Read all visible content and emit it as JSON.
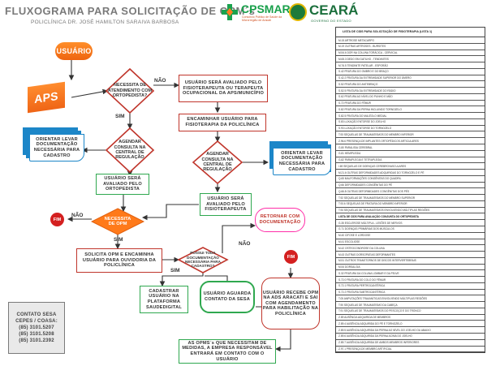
{
  "header": {
    "title": "FLUXOGRAMA PARA SOLICITAÇÃO DE OPM´s",
    "subtitle": "POLICLÍNICA DR. JOSÉ HAMILTON SARAIVA BARBOSA",
    "logo_cpsmar": "CPSMAR",
    "logo_cpsmar_sub": "Consórcio Público de Saúde da Microrregião de Aracati",
    "logo_ceara": "CEARÁ",
    "logo_ceara_sub": "GOVERNO DO ESTADO"
  },
  "flow": {
    "usuario": "USUÁRIO",
    "aps": "APS",
    "q_ortopedista": "NECESSITA DE ATENDIMENTO COM ORTOPEDISTA?",
    "nao1": "NÃO",
    "sim1": "SIM",
    "avaliado_fisio": "USUÁRIO SERÁ AVALIADO PELO FISIOTERAPEUTA OU TERAPEUTA OCUPACIONAL DA APS/MUNICÍPIO",
    "encaminhar_fisio": "ENCAMINHAR USUÁRIO PARA FISIOTERAPIA DA POLICLÍNICA",
    "orientar_left": "ORIENTAR LEVAR DOCUMENTAÇÃO NECESSÁRIA PARA CADASTRO",
    "agendar_left": "AGENDAR CONSULTA NA CENTRAL DE REGULAÇÃO",
    "agendar_right": "AGENDAR CONSULTA NA CENTRAL DE REGULAÇÃO",
    "orientar_right": "ORIENTAR LEVAR DOCUMENTAÇÃO NECESSÁRIA PARA CADASTRO",
    "avaliado_orto": "USUÁRIO SERÁ AVALIADO PELO ORTOPEDISTA",
    "avaliado_fisio2": "USUÁRIO SERÁ AVALIADO PELO FISIOTERAPEUTA",
    "q_opm": "NECESSITA DE OPM",
    "fim": "FIM",
    "nao2": "NÃO",
    "sim2": "SIM",
    "solicita_opm": "SOLICITA OPM E ENCAMINHA USUÁRIO PARA OUVIDORIA DA POLICLÍNICA",
    "q_documentacao": "POSSUI TODA DOCUMENTAÇÃO NECESSÁRIA PARA CADASTRO?",
    "nao3": "NÃO",
    "sim3": "SIM",
    "retornar_doc": "RETORNAR COM DOCUMENTAÇÃO",
    "cadastrar": "CADASTRAR USUÁRIO NA PLATAFORMA SAUDEDIGITAL",
    "aguarda": "USUÁRIO AGUARDA CONTATO DA SESA",
    "recebe_opm": "USUÁRIO RECEBE OPM NA ADS ARACATI E SAI COM AGENDAMENTO PARA HABILITAÇÃO NA POLICLÍNICA",
    "nota": "AS OPMS´s QUE NECESSITAM DE MEDIDAS, A EMPRESA RESPONSÁVEL ENTRARÁ EM CONTATO COM O USUÁRIO",
    "contato_title": "CONTATO SESA",
    "contato_sub": "CEPES / COASA:",
    "contato_phones": [
      "(85) 3101.5207",
      "(85) 3101.5208",
      "(85) 3101.2392"
    ]
  },
  "table": {
    "header": "LISTA DE CIDS PARA SOLICITAÇÃO DE FISIOTERAPIA (LISTA 1)",
    "rows": [
      "M.15 ARTROSE METACARPO",
      "M.19 OUTRAS ARTROSES - BURSITES",
      "M.54.6 DOR NA COLUNA TORÁCICA - CERVICAL",
      "M.65.3 DEDO EM GATILHO - TENDINITES",
      "M.76.5 TENDINITE PATELAR - ESPORÃO",
      "S.42 FRATURA DO OMBRO E DO BRAÇO",
      "S.42.2 FRATURA DA EXTREMIDADE SUPERIOR DO ÚMERO",
      "S.52 FRATURA DO ANTEBRAÇO",
      "S.52.5 FRATURA DA EXTREMIDADE DO RÁDIO",
      "S.62 FRATURA AO NÍVEL DO PUNHO E MÃO",
      "S.72 FRATURA DO FÊMUR",
      "S.82 FRATURA DA PERNA INCLUINDO TORNOZELO",
      "S.82.5 FRATURA DO MALÉOLO MEDIAL",
      "S.83 LUXAÇÃO ENTORSE DO JOELHO",
      "S.93 LUXAÇÃO ENTORSE DO TORNOZELO",
      "T.93 SEQUELAS DE TRAUMATISMOS DO MEMBRO INFERIOR",
      "Z.96.6 PRESENÇA DE IMPLANTES ORTOPÉDICOS ARTICULARES",
      "G.80 PARALISIA CEREBRAL",
      "G.81 HEMIPLEGIA",
      "G.82 PARAPLEGIA E TETRAPLEGIA",
      "I.69 SEQUELAS DE DOENÇAS CEREBROVASCULARES",
      "M.21.6 OUTRAS DEFORMIDADES ADQUIRIDAS DO TORNOZELO E PÉ",
      "Q.65 MALFORMAÇÕES CONGÊNITAS DO QUADRIL",
      "Q.66 DEFORMIDADES CONGÊNITAS DO PÉ",
      "Q.66.8 OUTRAS DEFORMIDADES CONGÊNITAS DOS PÉS",
      "T.92 SEQUELAS DE TRAUMATISMOS DO MEMBRO SUPERIOR",
      "T.93.6 SEQUELAS DE FRATURA DO MEMBRO INFERIOR",
      "T.94 SEQUELAS DE TRAUMATISMOS ENVOLVENDO MÚLTIPLAS REGIÕES",
      "LISTA DE CIDS PARA AVALIAÇÃO CONJUNTA DO ORTOPEDISTA",
      "G.35 ESCLEROSE MÚLTIPLA - LESÕES DE NERVOS",
      "G.71 DOENÇAS PRIMÁRIAS DOS MÚSCULOS",
      "M.40 CIFOSE E LORDOSE",
      "M.41 ESCOLIOSE",
      "M.42 OSTEOCONDROSE DA COLUNA",
      "M.43 OUTRAS DORSOPATIAS DEFORMANTES",
      "M.51 OUTROS TRANSTORNOS DE DISCOS INTERVERTEBRAIS",
      "M.54 DORSALGIA",
      "S.32 FRATURA DA COLUNA LOMBAR E DA PELVE",
      "S.72.0 FRATURA DO COLO DO FÊMUR",
      "S.72.1 FRATURA PERTROCANTÉRICA",
      "S.72.2 FRATURA SUBTROCANTÉRICA",
      "T.05 AMPUTAÇÕES TRAUMÁTICAS ENVOLVENDO MÚLTIPLAS REGIÕES",
      "T.90 SEQUELAS DE TRAUMATISMO DA CABEÇA",
      "T.91 SEQUELAS DE TRAUMATISMOS DO PESCOÇO E DO TRONCO",
      "Z.89 AUSÊNCIA ADQUIRIDA DE MEMBROS",
      "Z.89.4 AUSÊNCIA ADQUIRIDA DO PÉ E TORNOZELO",
      "Z.89.5 AUSÊNCIA ADQUIRIDA DA PERNA AO NÍVEL DO JOELHO OU ABAIXO",
      "Z.89.6 AUSÊNCIA ADQUIRIDA DA PERNA ACIMA DO JOELHO",
      "Z.89.7 AUSÊNCIA ADQUIRIDA DE AMBOS MEMBROS INFERIORES",
      "Z.97.1 PRESENÇA DE MEMBRO ARTIFICIAL"
    ]
  }
}
